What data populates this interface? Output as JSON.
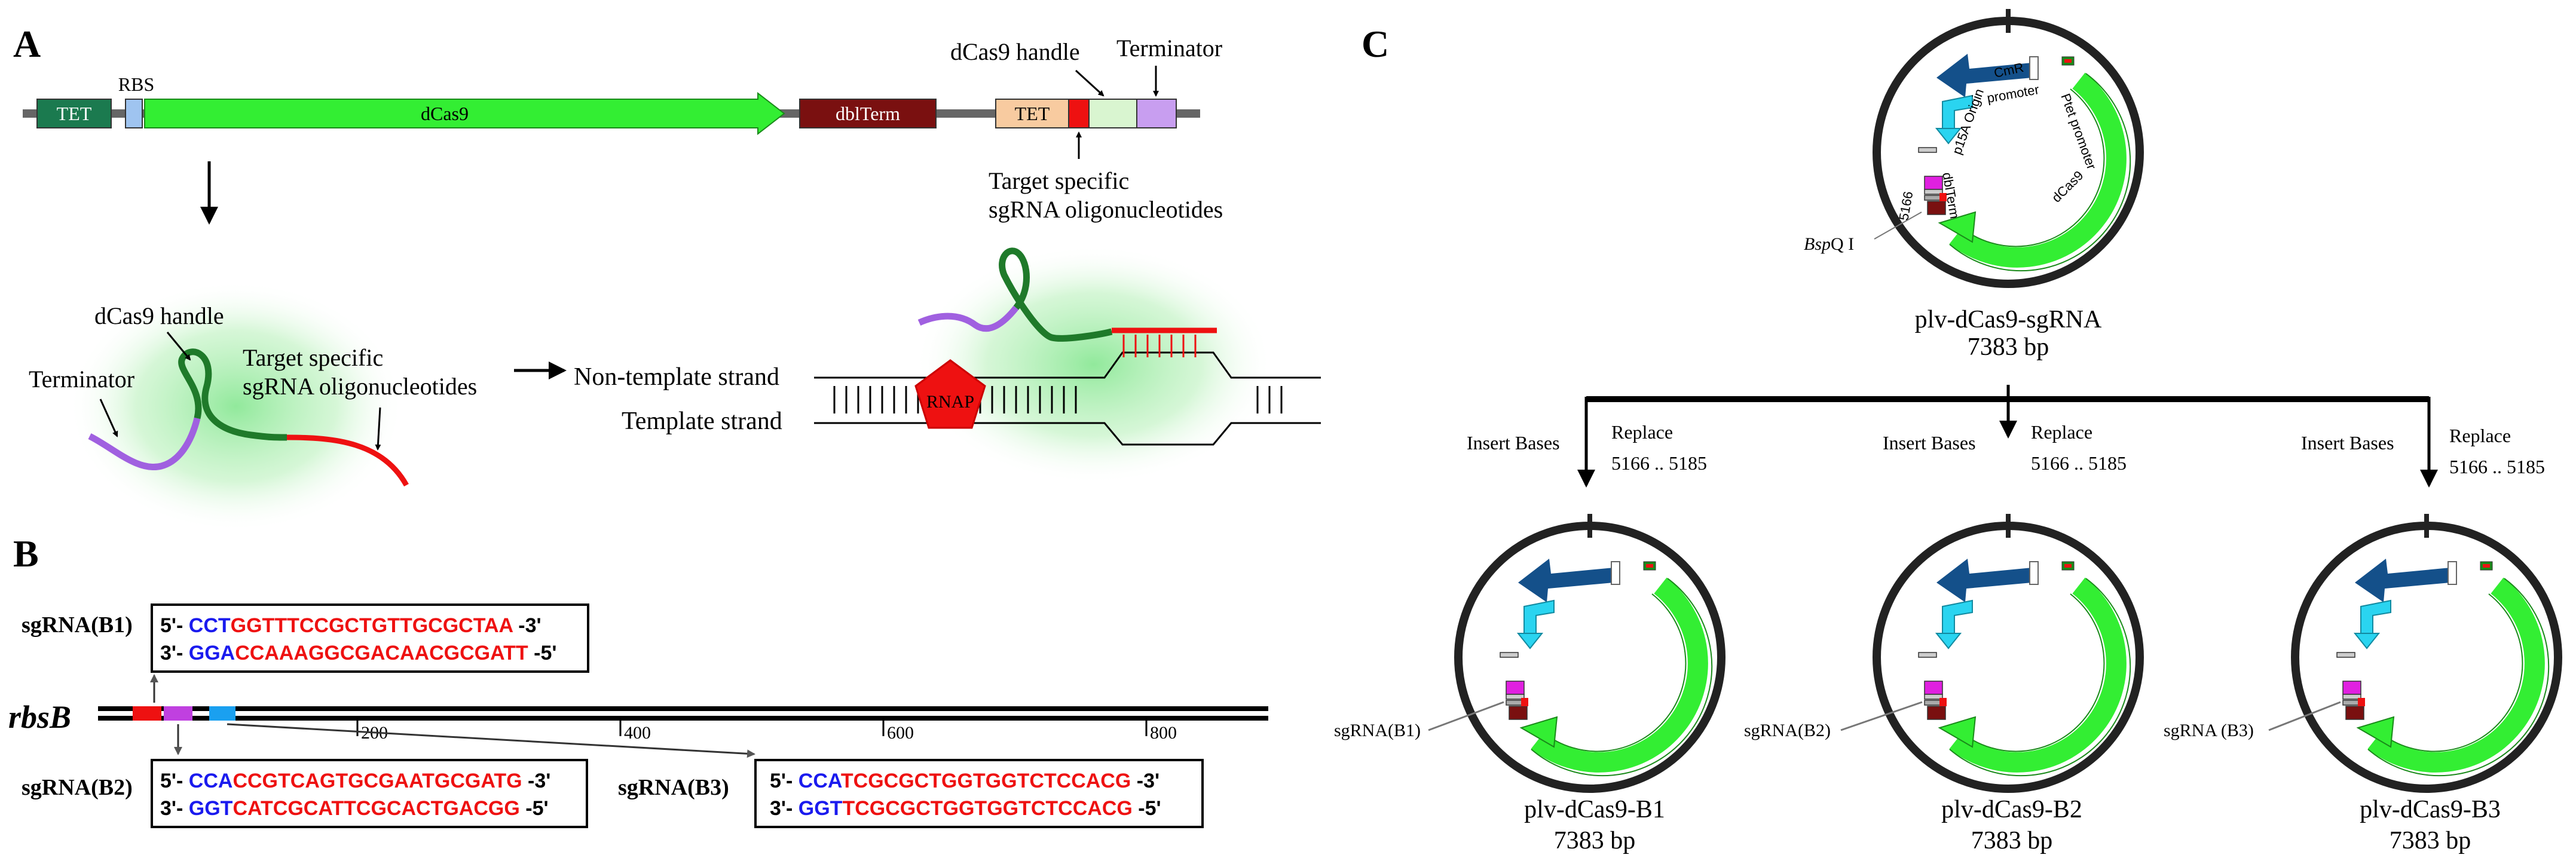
{
  "panel_A": {
    "label": "A",
    "construct": {
      "tet1": "TET",
      "rbs": "RBS",
      "dcas9": "dCas9",
      "dblterm": "dblTerm",
      "tet2": "TET",
      "handle_label": "dCas9 handle",
      "terminator_label": "Terminator",
      "target_label_1": "Target specific",
      "target_label_2": "sgRNA oligonucleotides"
    },
    "sgrna": {
      "handle_label": "dCas9 handle",
      "terminator_label": "Terminator",
      "target_label_1": "Target specific",
      "target_label_2": "sgRNA oligonucleotides"
    },
    "binding": {
      "nontemplate": "Non-template strand",
      "template": "Template strand",
      "rnap": "RNAP"
    }
  },
  "panel_B": {
    "label": "B",
    "gene": "rbsB",
    "ticks": [
      "200",
      "400",
      "600",
      "800"
    ],
    "b1": {
      "name": "sgRNA(B1)",
      "top_prefix": "5'- ",
      "top_blue": "CCT",
      "top_red": "GGTTTCCGCTGTTGCGCTAA",
      "top_suffix": " -3'",
      "bot_prefix": "3'- ",
      "bot_blue": "GGA",
      "bot_red": "CCAAAGGCGACAACGCGATT",
      "bot_suffix": " -5'"
    },
    "b2": {
      "name": "sgRNA(B2)",
      "top_prefix": "5'- ",
      "top_blue": "CCA",
      "top_red": "CCGTCAGTGCGAATGCGATG",
      "top_suffix": " -3'",
      "bot_prefix": "3'- ",
      "bot_blue": "GGT",
      "bot_red": "CATCGCATTCGCACTGACGG",
      "bot_suffix": " -5'"
    },
    "b3": {
      "name": "sgRNA(B3)",
      "top_prefix": "5'- ",
      "top_blue": "CCA",
      "top_red": "TCGCGCTGGTGGTCTCCACG",
      "top_suffix": " -3'",
      "bot_prefix": "3'- ",
      "bot_blue": "GGT",
      "bot_red": "TCGCGCTGGTGGTCTCCACG",
      "bot_suffix": " -5'"
    }
  },
  "panel_C": {
    "label": "C",
    "parent": {
      "name": "plv-dCas9-sgRNA",
      "size": "7383 bp",
      "site": "BspQ I",
      "site_italic": "Bsp",
      "site_rest": "Q I",
      "feature_cmr": "CmR",
      "feature_promoter": "promoter",
      "feature_ptet": "Ptet promoter",
      "feature_p15a": "p15A Origin",
      "feature_dblterm": "dblTerm",
      "feature_dcas9": "dCas9",
      "feature_5166": "5166"
    },
    "children": [
      {
        "name": "plv-dCas9-B1",
        "size": "7383 bp",
        "sgrna": "sgRNA(B1)"
      },
      {
        "name": "plv-dCas9-B2",
        "size": "7383 bp",
        "sgrna": "sgRNA(B2)"
      },
      {
        "name": "plv-dCas9-B3",
        "size": "7383 bp",
        "sgrna": "sgRNA (B3)"
      }
    ],
    "insert_label": "Insert Bases",
    "replace_label": "Replace",
    "range_label": "5166 .. 5185"
  },
  "colors": {
    "tet_dark": "#1b7a4f",
    "rbs": "#9fc4f0",
    "dcas9": "#33ee33",
    "dblterm": "#7a1010",
    "tet_light": "#f8cba0",
    "red_target": "#ee1111",
    "handle_light": "#d9f5d0",
    "terminator": "#c89ef0",
    "sequence_blue": "#1a1aee",
    "sequence_red": "#ee1111",
    "cmr": "#14508a",
    "p15a": "#2ad4f0"
  }
}
